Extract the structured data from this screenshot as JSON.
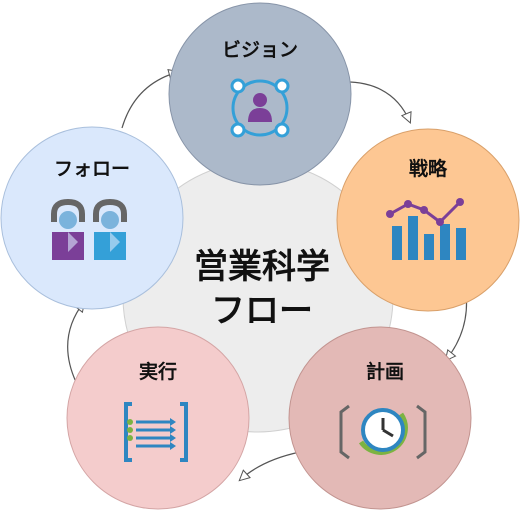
{
  "diagram": {
    "center": {
      "line1": "営業科学",
      "line2": "フロー"
    },
    "nodes": [
      {
        "id": "vision",
        "label": "ビジョン",
        "color": "#acb9ca",
        "icon": "person-network-icon"
      },
      {
        "id": "strategy",
        "label": "戦略",
        "color": "#fdc793",
        "icon": "bar-line-chart-icon"
      },
      {
        "id": "plan",
        "label": "計画",
        "color": "#e3b9b6",
        "icon": "clock-cycle-icon"
      },
      {
        "id": "execute",
        "label": "実行",
        "color": "#f4cccc",
        "icon": "arrows-bracket-icon"
      },
      {
        "id": "follow",
        "label": "フォロー",
        "color": "#dae8fc",
        "icon": "two-users-icon"
      }
    ],
    "center_color": "#ededed",
    "accent_colors": {
      "purple": "#7b3f98",
      "blue": "#2e86c1",
      "teal": "#34a0d8",
      "green": "#7cb342"
    }
  }
}
